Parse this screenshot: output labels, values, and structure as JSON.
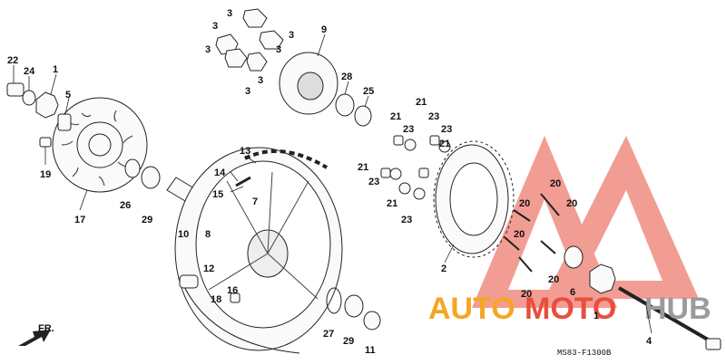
{
  "diagram": {
    "drawing_code": "MS83-F1300B",
    "front_marker": "FR.",
    "watermark": {
      "word_a": "AUTO",
      "word_b": "MOTO",
      "word_c": "HUB",
      "color_a": "#f5a623",
      "color_b": "#e84e3c",
      "color_c": "#9b9b9b"
    },
    "callouts": [
      {
        "id": "c22a",
        "label": "22"
      },
      {
        "id": "c24",
        "label": "24"
      },
      {
        "id": "c1a",
        "label": "1"
      },
      {
        "id": "c5",
        "label": "5"
      },
      {
        "id": "c19",
        "label": "19"
      },
      {
        "id": "c17",
        "label": "17"
      },
      {
        "id": "c3a",
        "label": "3"
      },
      {
        "id": "c3b",
        "label": "3"
      },
      {
        "id": "c3c",
        "label": "3"
      },
      {
        "id": "c3d",
        "label": "3"
      },
      {
        "id": "c3e",
        "label": "3"
      },
      {
        "id": "c3f",
        "label": "3"
      },
      {
        "id": "c3g",
        "label": "3"
      },
      {
        "id": "c9",
        "label": "9"
      },
      {
        "id": "c28",
        "label": "28"
      },
      {
        "id": "c25",
        "label": "25"
      },
      {
        "id": "c26",
        "label": "26"
      },
      {
        "id": "c29a",
        "label": "29"
      },
      {
        "id": "c10",
        "label": "10"
      },
      {
        "id": "c13",
        "label": "13"
      },
      {
        "id": "c14",
        "label": "14"
      },
      {
        "id": "c15",
        "label": "15"
      },
      {
        "id": "c7",
        "label": "7"
      },
      {
        "id": "c8",
        "label": "8"
      },
      {
        "id": "c12",
        "label": "12"
      },
      {
        "id": "c16",
        "label": "16"
      },
      {
        "id": "c18",
        "label": "18"
      },
      {
        "id": "c27",
        "label": "27"
      },
      {
        "id": "c29b",
        "label": "29"
      },
      {
        "id": "c11",
        "label": "11"
      },
      {
        "id": "c21a",
        "label": "21"
      },
      {
        "id": "c21b",
        "label": "21"
      },
      {
        "id": "c21c",
        "label": "21"
      },
      {
        "id": "c21d",
        "label": "21"
      },
      {
        "id": "c21e",
        "label": "21"
      },
      {
        "id": "c23a",
        "label": "23"
      },
      {
        "id": "c23b",
        "label": "23"
      },
      {
        "id": "c23c",
        "label": "23"
      },
      {
        "id": "c23d",
        "label": "23"
      },
      {
        "id": "c23e",
        "label": "23"
      },
      {
        "id": "c2",
        "label": "2"
      },
      {
        "id": "c20a",
        "label": "20"
      },
      {
        "id": "c20b",
        "label": "20"
      },
      {
        "id": "c20c",
        "label": "20"
      },
      {
        "id": "c20d",
        "label": "20"
      },
      {
        "id": "c20e",
        "label": "20"
      },
      {
        "id": "c20f",
        "label": "20"
      },
      {
        "id": "c6",
        "label": "6"
      },
      {
        "id": "c1b",
        "label": "1"
      },
      {
        "id": "c4",
        "label": "4"
      }
    ]
  }
}
